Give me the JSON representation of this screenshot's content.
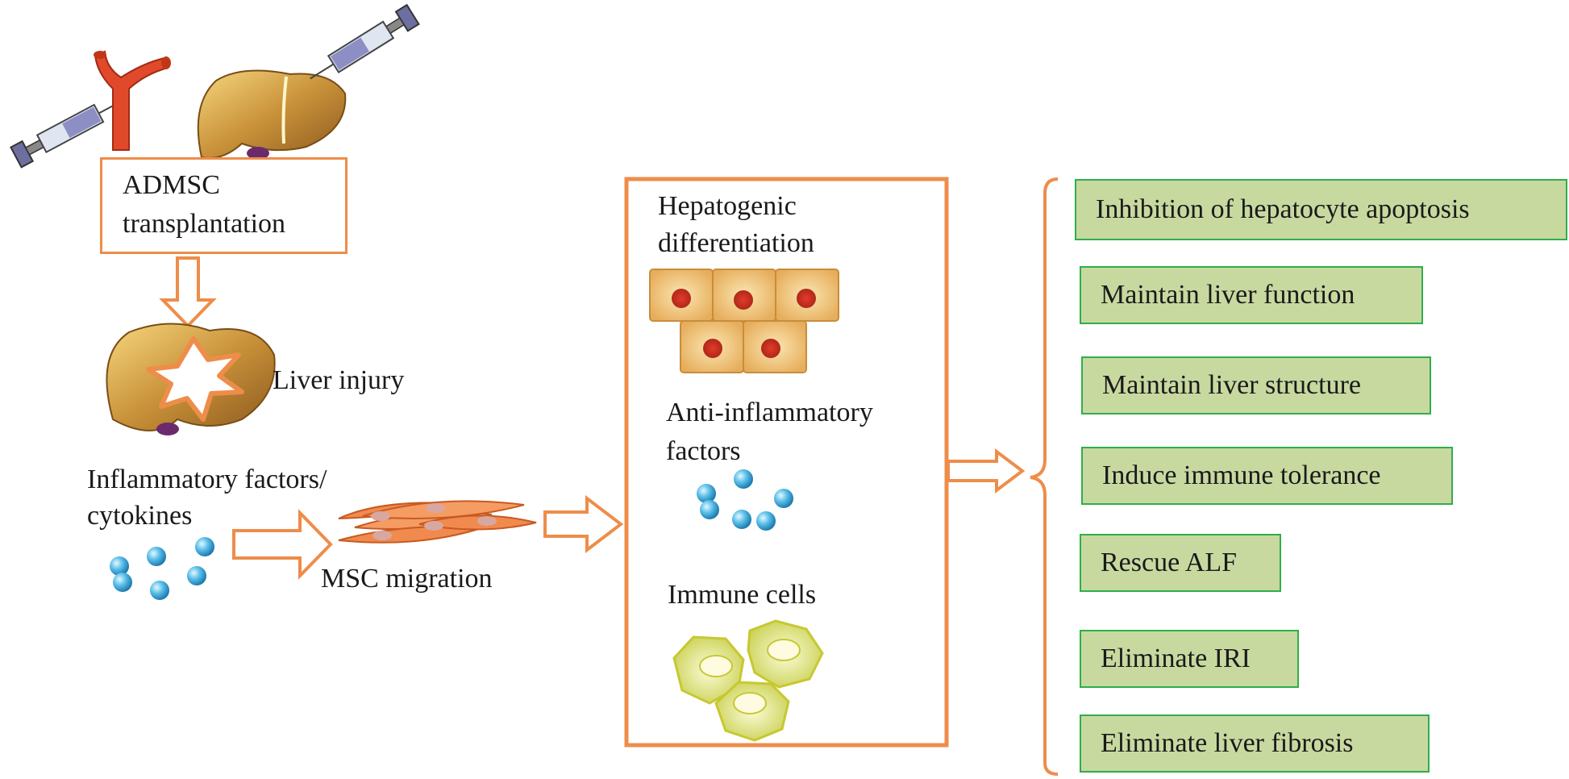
{
  "labels": {
    "transplantation": [
      "ADMSC",
      "transplantation"
    ],
    "liver_injury": "Liver injury",
    "inflammatory": [
      "Inflammatory factors/",
      "cytokines"
    ],
    "msc_migration": "MSC migration",
    "hepatogenic": [
      "Hepatogenic",
      "differentiation"
    ],
    "anti_inflammatory": [
      "Anti-inflammatory",
      "factors"
    ],
    "immune_cells": "Immune cells"
  },
  "outcomes": [
    "Inhibition of hepatocyte apoptosis",
    "Maintain liver function",
    "Maintain liver structure",
    "Induce immune tolerance",
    "Rescue ALF",
    "Eliminate IRI",
    "Eliminate liver fibrosis"
  ],
  "colors": {
    "arrow_orange": "#ee8d4a",
    "outcome_fill": "#c8d9a0",
    "outcome_border": "#2fae4a",
    "liver": "#c9923a",
    "vessel": "#e04a2a",
    "cytokine_blue": "#3aa8dc",
    "hepatocyte": "#f0c478",
    "immune_cell": "#e3e98a"
  },
  "icons": [
    "syringe-icon",
    "blood-vessel-icon",
    "liver-icon",
    "injured-liver-icon",
    "cytokine-icon",
    "msc-icon",
    "hepatocyte-icon",
    "immune-cell-icon"
  ]
}
